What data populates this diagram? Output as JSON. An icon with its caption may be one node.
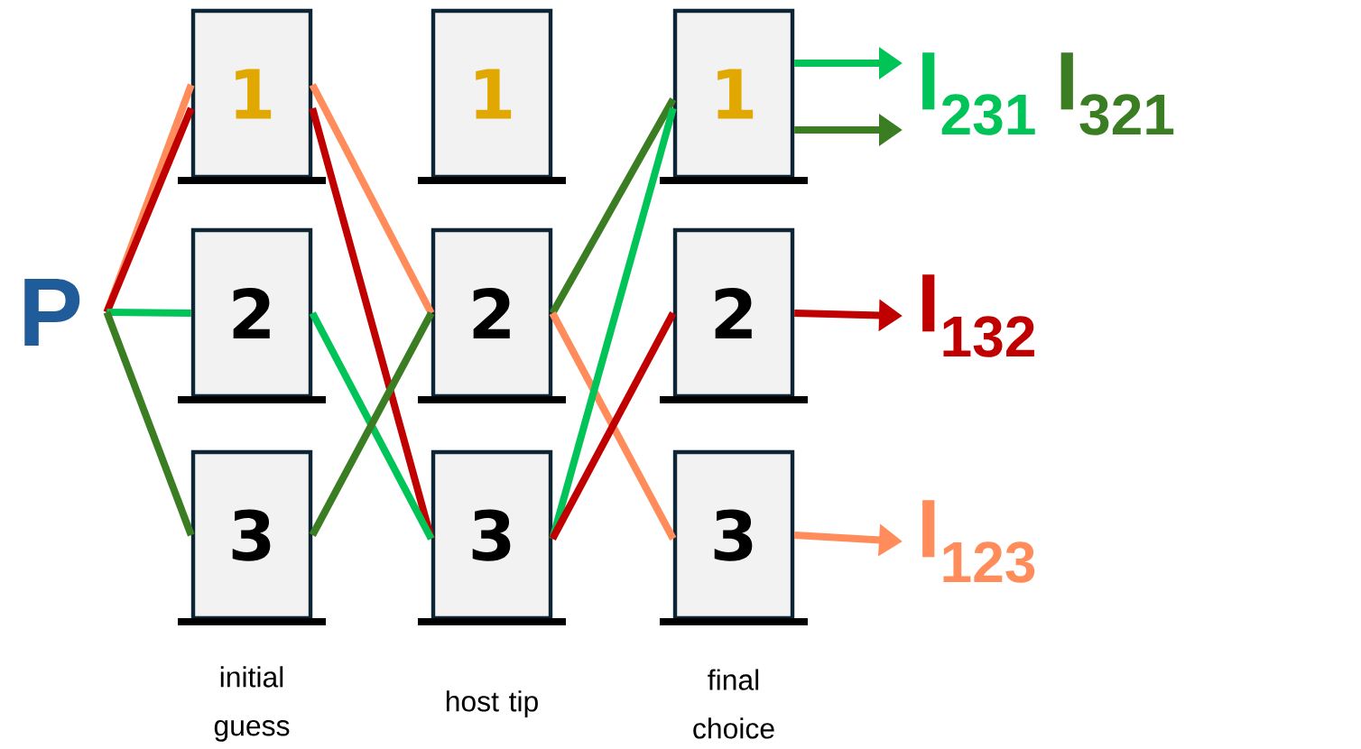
{
  "diagram": {
    "nodes": [
      {
        "text": [
          "P"
        ]
      },
      {
        "text": [
          "1"
        ]
      },
      {
        "text": [
          "2"
        ]
      },
      {
        "text": [
          "3"
        ]
      },
      {
        "text": [
          "1"
        ]
      },
      {
        "text": [
          "2"
        ]
      },
      {
        "text": [
          "3"
        ]
      },
      {
        "text": [
          "1"
        ]
      },
      {
        "text": [
          "2"
        ]
      },
      {
        "text": [
          "3"
        ]
      },
      {
        "text": [
          "I$_{231}$",
          "I$_{321}$"
        ]
      },
      {
        "text": [
          "I$_{132}$"
        ]
      },
      {
        "text": [
          "I$_{123}$"
        ]
      }
    ],
    "edges": [
      {
        "from": 0,
        "to": 1,
        "arrow": "none",
        "color": "#ff8c5a"
      },
      {
        "from": 0,
        "to": 1,
        "arrow": "none",
        "color": "#c00000"
      },
      {
        "from": 0,
        "to": 2,
        "arrow": "none",
        "color": "#00c458"
      },
      {
        "from": 0,
        "to": 3,
        "arrow": "none",
        "color": "#3b7d23"
      },
      {
        "from": 1,
        "to": 5,
        "arrow": "none",
        "color": "#ff8c5a"
      },
      {
        "from": 1,
        "to": 6,
        "arrow": "none",
        "color": "#c00000"
      },
      {
        "from": 2,
        "to": 6,
        "arrow": "none",
        "color": "#00c458"
      },
      {
        "from": 3,
        "to": 5,
        "arrow": "none",
        "color": "#3b7d23"
      },
      {
        "from": 5,
        "to": 7,
        "arrow": "none",
        "color": "#3b7d23"
      },
      {
        "from": 5,
        "to": 9,
        "arrow": "none",
        "color": "#ff8c5a"
      },
      {
        "from": 6,
        "to": 7,
        "arrow": "none",
        "color": "#00c458"
      },
      {
        "from": 6,
        "to": 8,
        "arrow": "none",
        "color": "#c00000"
      },
      {
        "from": 7,
        "to": 10,
        "arrow": "to",
        "color": "#00c458"
      },
      {
        "from": 7,
        "to": 10,
        "arrow": "to",
        "color": "#3b7d23"
      },
      {
        "from": 8,
        "to": 11,
        "arrow": "to",
        "color": "#c00000"
      },
      {
        "from": 9,
        "to": 12,
        "arrow": "to",
        "color": "#ff8c5a"
      }
    ],
    "labels": [
      "initial guess",
      "host tip",
      "final choice"
    ]
  }
}
